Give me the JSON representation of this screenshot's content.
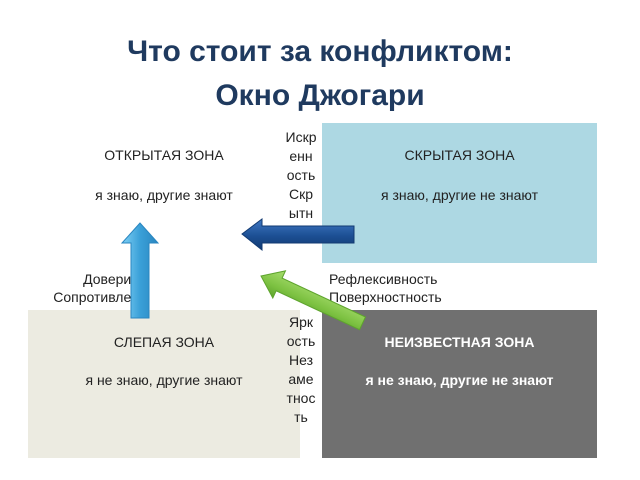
{
  "title": {
    "line1": "Что  стоит  за конфликтом:",
    "line2": "Окно Джогари"
  },
  "zones": {
    "open": {
      "title": "ОТКРЫТАЯ ЗОНА",
      "desc": "я знаю, другие знают"
    },
    "hidden": {
      "title": "СКРЫТАЯ ЗОНА",
      "desc": "я знаю, другие  не знают"
    },
    "blind": {
      "title": "СЛЕПАЯ ЗОНА",
      "desc": "я  не знаю, другие знают"
    },
    "unknown": {
      "title": "НЕИЗВЕСТНАЯ ЗОНА",
      "desc": "я  не знаю, другие не знают"
    }
  },
  "middle_top": [
    "Искр",
    "енн",
    "ость",
    "Скр",
    "ытн"
  ],
  "middle_bottom": [
    "Ярк",
    "ость",
    "Нез",
    "аме",
    "тнос",
    "ть"
  ],
  "left_labels": [
    "Доверие",
    "Сопротивлен"
  ],
  "right_labels": [
    "Рефлексивность",
    "Поверхностность"
  ],
  "colors": {
    "title": "#1f3a5f",
    "hidden_zone": "#add8e3",
    "blind_zone": "#ecebe1",
    "unknown_zone": "#707070",
    "arrow_blue": "#3aa0d8",
    "arrow_navy": "#1c4f93",
    "arrow_green": "#7dc242"
  },
  "icons": [
    "up-arrow-icon",
    "left-arrow-icon",
    "diagonal-arrow-icon"
  ]
}
